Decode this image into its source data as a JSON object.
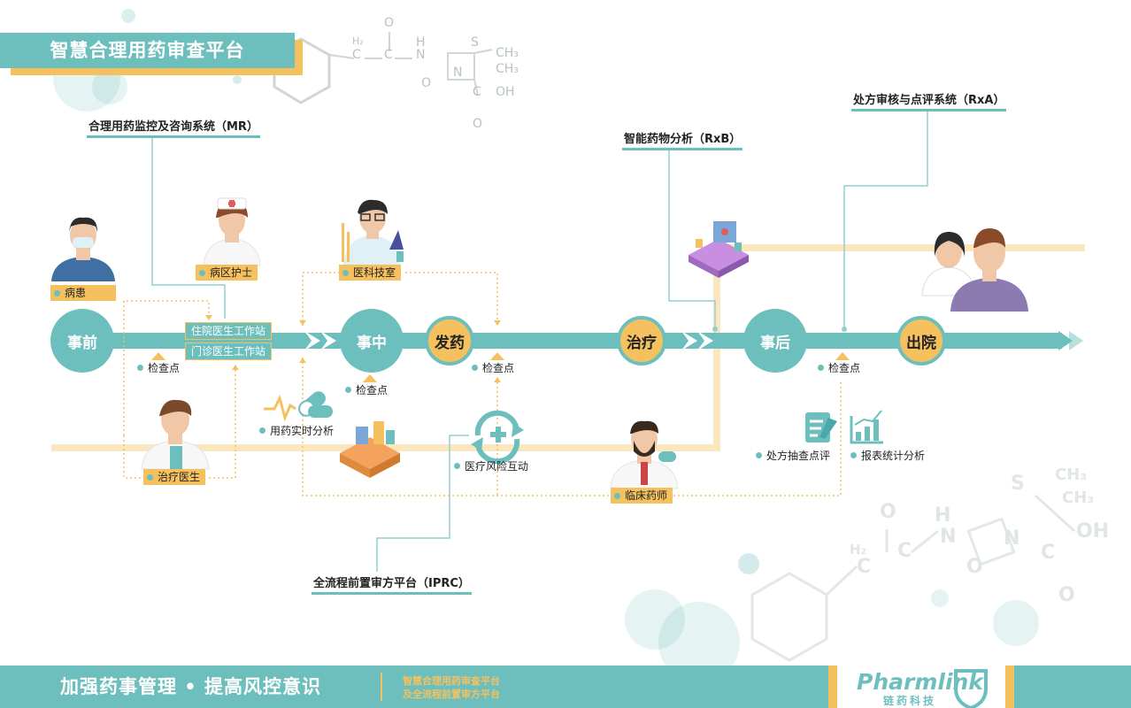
{
  "title": "智慧合理用药审查平台",
  "molecule_labels": {
    "top": [
      "H₂",
      "C",
      "C",
      "O",
      "H",
      "N",
      "N",
      "S",
      "CH₃",
      "CH₃",
      "O",
      "C",
      "OH",
      "O"
    ],
    "bottom": [
      "H₂",
      "C",
      "C",
      "O",
      "H",
      "N",
      "N",
      "S",
      "CH₃",
      "CH₃",
      "O",
      "C",
      "OH",
      "O"
    ]
  },
  "systems": {
    "mr": "合理用药监控及咨询系统（MR）",
    "rxb": "智能药物分析（RxB）",
    "rxa": "处方审核与点评系统（RxA）",
    "iprc": "全流程前置审方平台（IPRC）"
  },
  "roles": {
    "patient": "病患",
    "nurse": "病区护士",
    "department": "医科技室",
    "doctor": "治疗医生",
    "pharmacist": "临床药师"
  },
  "workstations": {
    "inpatient": "住院医生工作站",
    "outpatient": "门诊医生工作站"
  },
  "stages": {
    "before": "事前",
    "during": "事中",
    "dispense": "发药",
    "treatment": "治疗",
    "after": "事后",
    "discharge": "出院"
  },
  "checkpoint_label": "检查点",
  "features": {
    "realtime": "用药实时分析",
    "risk": "医疗风险互动",
    "sampling": "处方抽查点评",
    "report": "报表统计分析"
  },
  "footer": {
    "slogan": "加强药事管理 • 提高风控意识",
    "sub_line1": "智慧合理用药审查平台",
    "sub_line2": "及全流程前置审方平台",
    "logo_text": "Pharmlink",
    "logo_cn": "链药科技"
  },
  "colors": {
    "teal": "#6dbfbe",
    "gold": "#f4c15e",
    "light_gold": "#fbe7bf"
  }
}
